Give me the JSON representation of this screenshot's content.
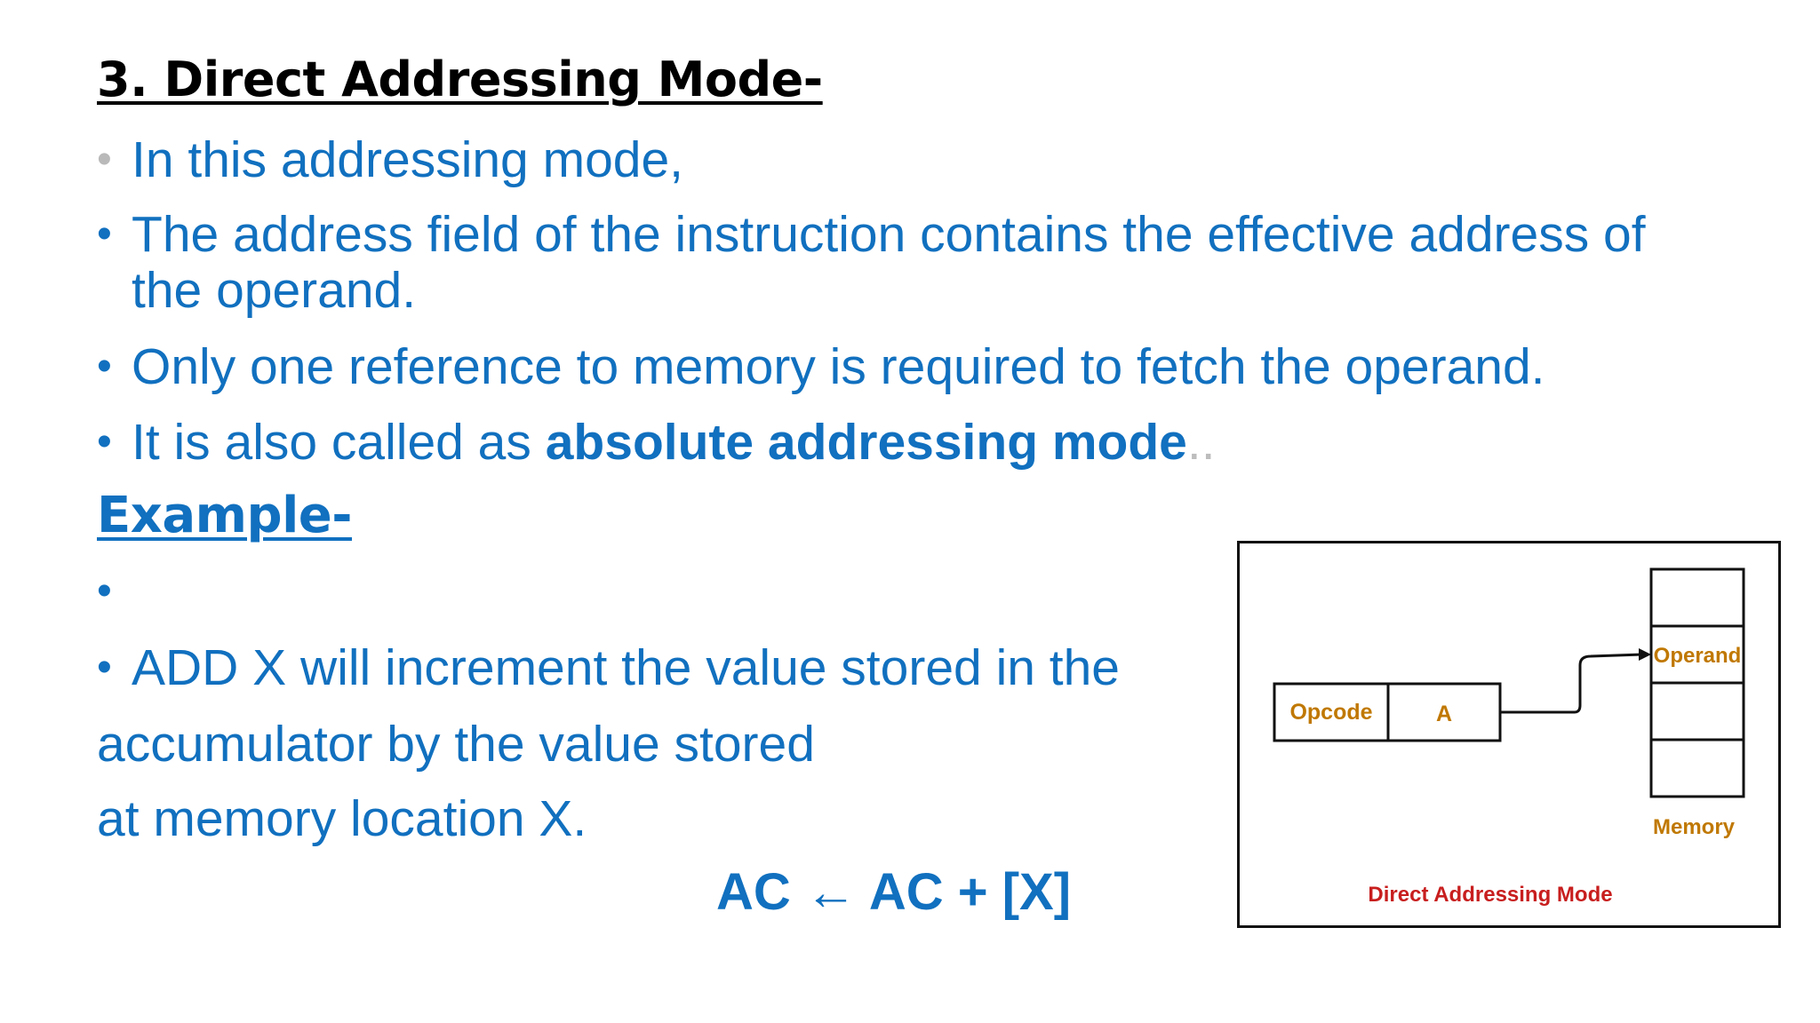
{
  "slide": {
    "heading": "3. Direct Addressing Mode-",
    "bullets": [
      {
        "text": " In this addressing mode,"
      },
      {
        "line1": "The address field of the instruction contains the effective address of",
        "line2": "the operand."
      },
      {
        "text": "Only one reference to memory is required to fetch the operand."
      },
      {
        "prefix": "It is also called as ",
        "bold": "absolute addressing mode",
        "trail": ".."
      }
    ],
    "example_heading": "Example-",
    "example": {
      "line1": "ADD X will increment the value stored in the",
      "line2": "accumulator by the value stored",
      "line3": "at memory location X."
    },
    "formula": "AC ← AC + [X]"
  },
  "diagram": {
    "instruction_fields": [
      "Opcode",
      "A"
    ],
    "memory_cell_label": "Operand",
    "memory_label": "Memory",
    "caption": "Direct Addressing Mode",
    "colors": {
      "field_text": "#c07800",
      "caption_text": "#c81e1e",
      "lines": "#111111"
    }
  }
}
